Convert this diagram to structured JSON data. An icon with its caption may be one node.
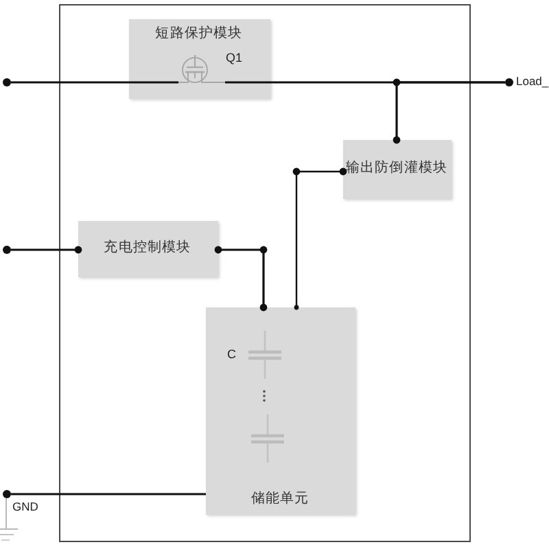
{
  "diagram": {
    "nodes": [
      {
        "text": [],
        "shape": "box"
      },
      {
        "text": [
          "短路保护模块"
        ],
        "in": 0
      },
      {
        "text": [],
        "shape": "picture",
        "in": 1,
        "beside": [
          "Q1"
        ]
      },
      {
        "text": [],
        "shape": "circle"
      },
      {
        "text": [],
        "shape": "circle",
        "beside": [
          "Load_"
        ]
      },
      {
        "text": [
          "输出防倒灌模块"
        ],
        "in": 0
      },
      {
        "text": [],
        "shape": "circle"
      },
      {
        "text": [
          "充电控制模块"
        ],
        "in": 0
      },
      {
        "text": [
          "储能单元"
        ],
        "in": 0
      },
      {
        "text": [],
        "shape": "circle",
        "beside": [
          "GND"
        ]
      }
    ],
    "edges": [
      {
        "from": 3,
        "to": 2,
        "arrow": "none"
      },
      {
        "from": 2,
        "to": 4,
        "arrow": "none"
      },
      {
        "from": 5,
        "to": 4,
        "arrow": "other"
      },
      {
        "from": 6,
        "to": 7,
        "arrow": "other"
      },
      {
        "from": 7,
        "to": 8,
        "arrow": "other"
      },
      {
        "from": 8,
        "to": 5,
        "arrow": "other"
      },
      {
        "from": 9,
        "to": 8,
        "arrow": "none"
      }
    ],
    "labels": [
      "C"
    ]
  }
}
